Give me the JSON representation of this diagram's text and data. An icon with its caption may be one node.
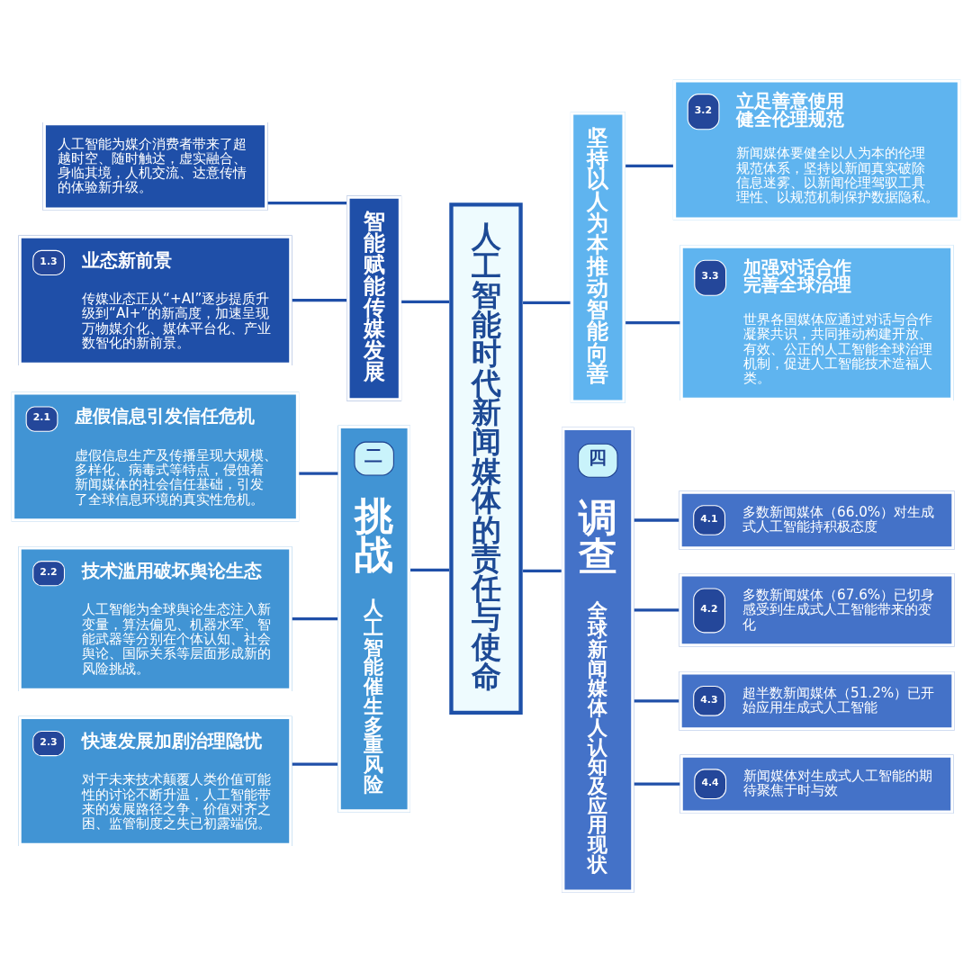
{
  "diagram": {
    "nodes": [
      {
        "text": [
          "人工智能时代新闻媒体的责任与使命"
        ]
      },
      {
        "text": [
          "智能赋能传媒发展"
        ]
      },
      {
        "text": [
          "人工智能为媒介消费者带来了超越时空、随时触达，虚实融合、身临其境，人机交流、达意传情的体验新升级。"
        ]
      },
      {
        "text": [
          "1.3",
          "业态新前景",
          "传媒业态正从“+AI”逐步提质升级到“AI+”的新高度，加速呈现万物媒介化、媒体平台化、产业数智化的新前景。"
        ]
      },
      {
        "text": [
          "坚持以人为本推动智能向善"
        ]
      },
      {
        "text": [
          "3.2",
          "立足善意使用健全伦理规范",
          "新闻媒体要健全以人为本的伦理规范体系，坚持以新闻真实破除信息迷雾、以新闻伦理驾驭工具理性、以规范机制保护数据隐私。"
        ]
      },
      {
        "text": [
          "3.3",
          "加强对话合作完善全球治理",
          "世界各国媒体应通过对话与合作凝聚共识，共同推动构建开放、有效、公正的人工智能全球治理机制，促进人工智能技术造福人类。"
        ]
      },
      {
        "text": [
          "二",
          "挑战",
          "人工智能催生多重风险"
        ]
      },
      {
        "text": [
          "2.1",
          "虚假信息引发信任危机",
          "虚假信息生产及传播呈现大规模、多样化、病毒式等特点，侵蚀着新闻媒体的社会信任基础，引发了全球信息环境的真实性危机。"
        ]
      },
      {
        "text": [
          "2.2",
          "技术滥用破坏舆论生态",
          "人工智能为全球舆论生态注入新变量，算法偏见、机器水军、智能武器等分别在个体认知、社会舆论、国际关系等层面形成新的风险挑战。"
        ]
      },
      {
        "text": [
          "2.3",
          "快速发展加剧治理隐忧",
          "对于未来技术颠覆人类价值可能性的讨论不断升温，人工智能带来的发展路径之争、价值对齐之困、监管制度之失已初露端倪。"
        ]
      },
      {
        "text": [
          "四",
          "调查",
          "全球新闻媒体人认知及应用现状"
        ]
      },
      {
        "text": [
          "4.1",
          "多数新闻媒体（66.0%）对生成式人工智能持积极态度"
        ]
      },
      {
        "text": [
          "4.2",
          "多数新闻媒体（67.6%）已切身感受到生成式人工智能带来的变化"
        ]
      },
      {
        "text": [
          "4.3",
          "超半数新闻媒体（51.2%）已开始应用生成式人工智能"
        ]
      },
      {
        "text": [
          "4.4",
          "新闻媒体对生成式人工智能的期待聚焦于时与效"
        ]
      }
    ],
    "edges": [
      {
        "from": 1,
        "to": 0,
        "arrow": "none"
      },
      {
        "from": 2,
        "to": 1,
        "arrow": "none"
      },
      {
        "from": 3,
        "to": 1,
        "arrow": "none"
      },
      {
        "from": 7,
        "to": 0,
        "arrow": "none"
      },
      {
        "from": 8,
        "to": 7,
        "arrow": "none"
      },
      {
        "from": 9,
        "to": 7,
        "arrow": "none"
      },
      {
        "from": 10,
        "to": 7,
        "arrow": "none"
      },
      {
        "from": 0,
        "to": 4,
        "arrow": "none"
      },
      {
        "from": 4,
        "to": 5,
        "arrow": "none"
      },
      {
        "from": 4,
        "to": 6,
        "arrow": "none"
      },
      {
        "from": 0,
        "to": 11,
        "arrow": "none"
      },
      {
        "from": 11,
        "to": 12,
        "arrow": "none"
      },
      {
        "from": 11,
        "to": 13,
        "arrow": "none"
      },
      {
        "from": 11,
        "to": 14,
        "arrow": "none"
      },
      {
        "from": 11,
        "to": 15,
        "arrow": "none"
      }
    ]
  }
}
